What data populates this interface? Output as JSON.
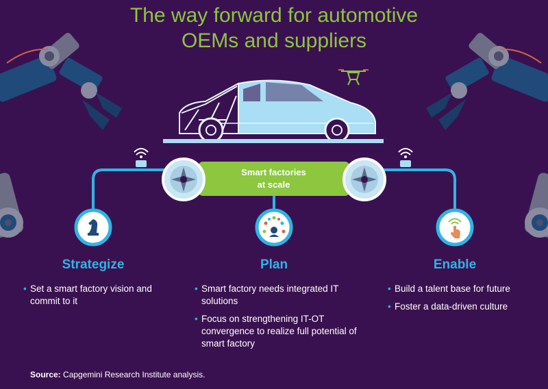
{
  "title": {
    "line1": "The way forward for automotive",
    "line2": "OEMs and suppliers"
  },
  "hub": {
    "label_line1": "Smart factories",
    "label_line2": "at scale"
  },
  "pillars": [
    {
      "title": "Strategize",
      "icon": "chess-knight-icon",
      "bullets": [
        "Set a smart factory vision and commit to it"
      ]
    },
    {
      "title": "Plan",
      "icon": "network-person-icon",
      "bullets": [
        "Smart factory needs integrated IT solutions",
        "Focus on strengthening IT-OT convergence to realize full potential of smart factory"
      ]
    },
    {
      "title": "Enable",
      "icon": "touch-signal-icon",
      "bullets": [
        "Build a talent base for future",
        "Foster a data-driven culture"
      ]
    }
  ],
  "source": {
    "label": "Source:",
    "text": " Capgemini Research Institute analysis."
  },
  "colors": {
    "background": "#3a1150",
    "accent_green": "#8dc63f",
    "accent_blue": "#2fb4e6",
    "robot_arm": "#1f4a7a",
    "car_body": "#a9def4"
  }
}
